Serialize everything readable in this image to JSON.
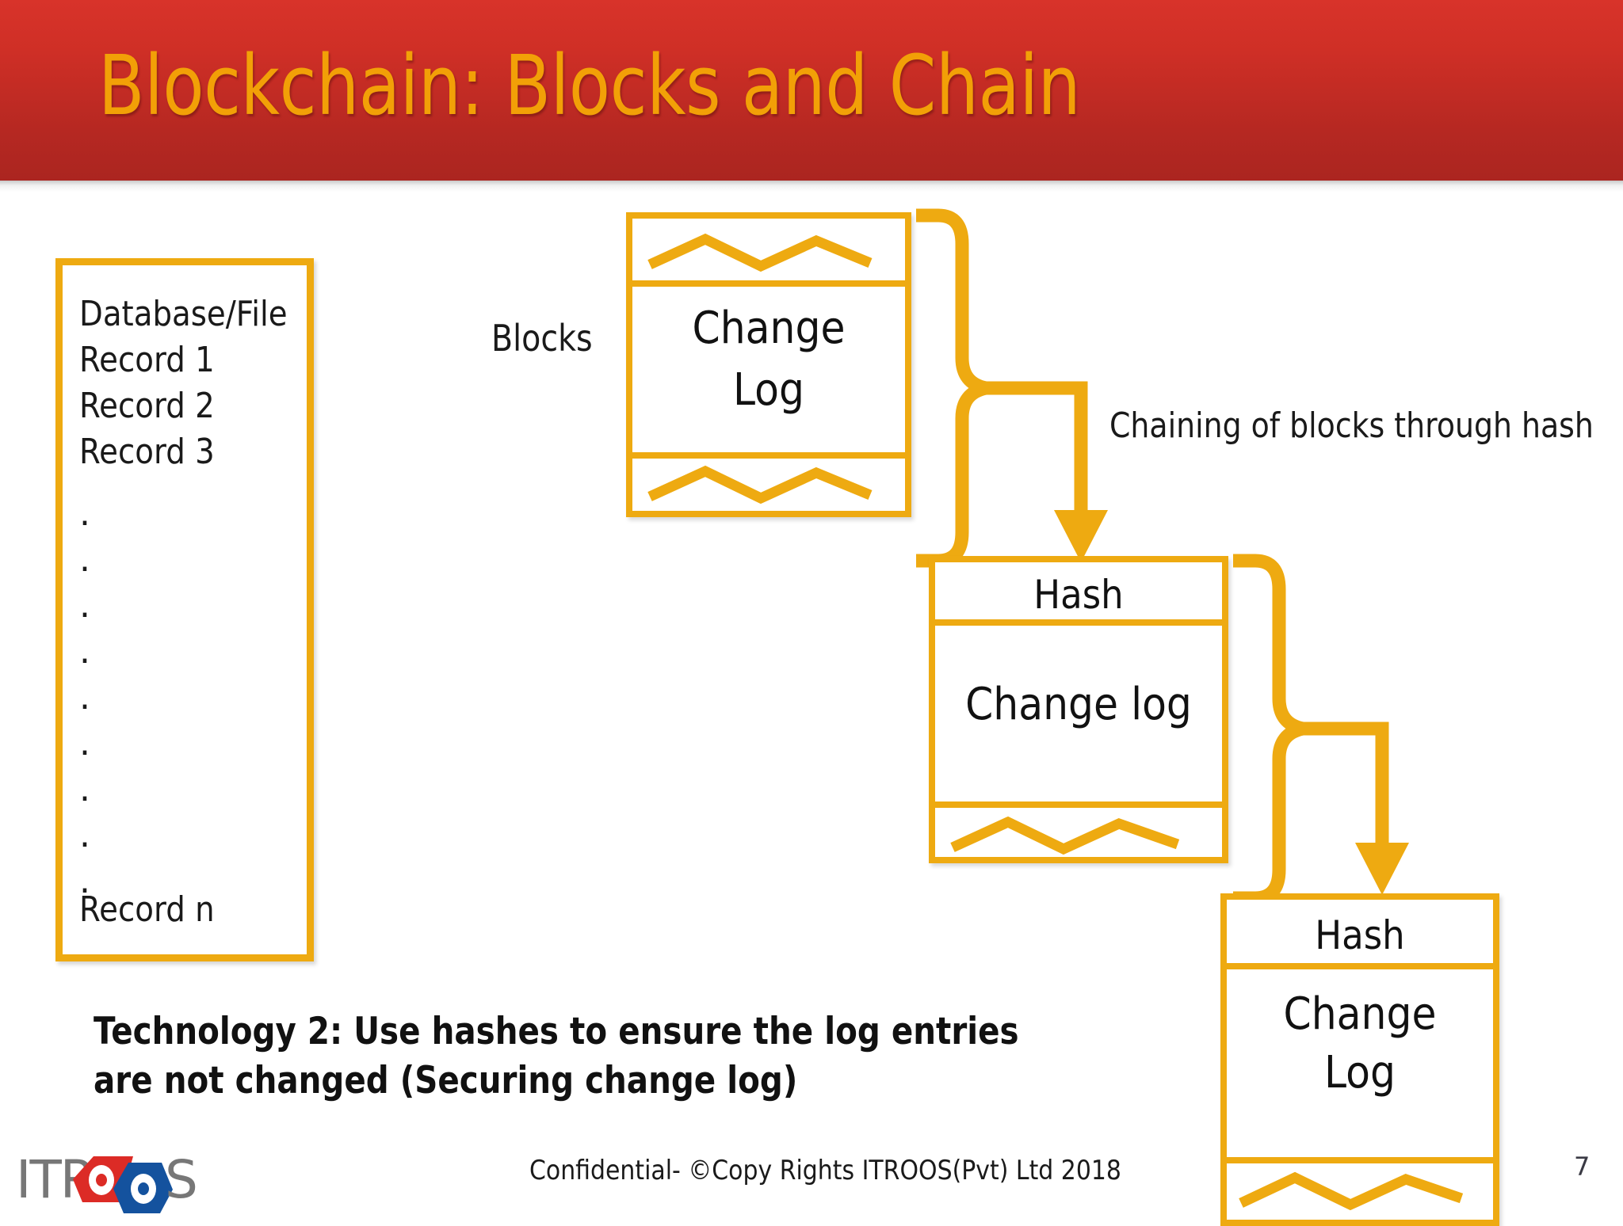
{
  "slide": {
    "title": "Blockchain: Blocks and Chain",
    "page_number": "7",
    "accent_gold": "#eeaa11",
    "title_color": "#f2a007",
    "banner_red": "#c52e26"
  },
  "database_box": {
    "heading": "Database/File",
    "records": [
      "Record 1",
      "Record 2",
      "Record 3"
    ],
    "ellipsis_dots": [
      ".",
      ".",
      ".",
      ".",
      ".",
      ".",
      ".",
      ".",
      "."
    ],
    "last_record": "Record n"
  },
  "labels": {
    "blocks": "Blocks",
    "chaining": "Chaining of blocks through hash"
  },
  "blocks": [
    {
      "id": "block1",
      "hash_top": "",
      "body_line1": "Change",
      "body_line2": "Log",
      "has_top_zigzag": true,
      "has_bottom_zigzag": true
    },
    {
      "id": "block2",
      "hash_top": "Hash",
      "body_line1": "Change log",
      "body_line2": "",
      "has_top_zigzag": false,
      "has_bottom_zigzag": true
    },
    {
      "id": "block3",
      "hash_top": "Hash",
      "body_line1": "Change",
      "body_line2": "Log",
      "has_top_zigzag": false,
      "has_bottom_zigzag": true
    }
  ],
  "technology_note": {
    "line1": "Technology 2: Use hashes to ensure the log entries",
    "line2": "are not changed (Securing change log)"
  },
  "footer": {
    "confidential": "Confidential- ©Copy Rights ITROOS(Pvt) Ltd 2018",
    "logo_text_left": "ITR",
    "logo_text_right": "S",
    "logo_red": "#dc2b26",
    "logo_blue": "#14529e",
    "logo_gray": "#777777"
  }
}
